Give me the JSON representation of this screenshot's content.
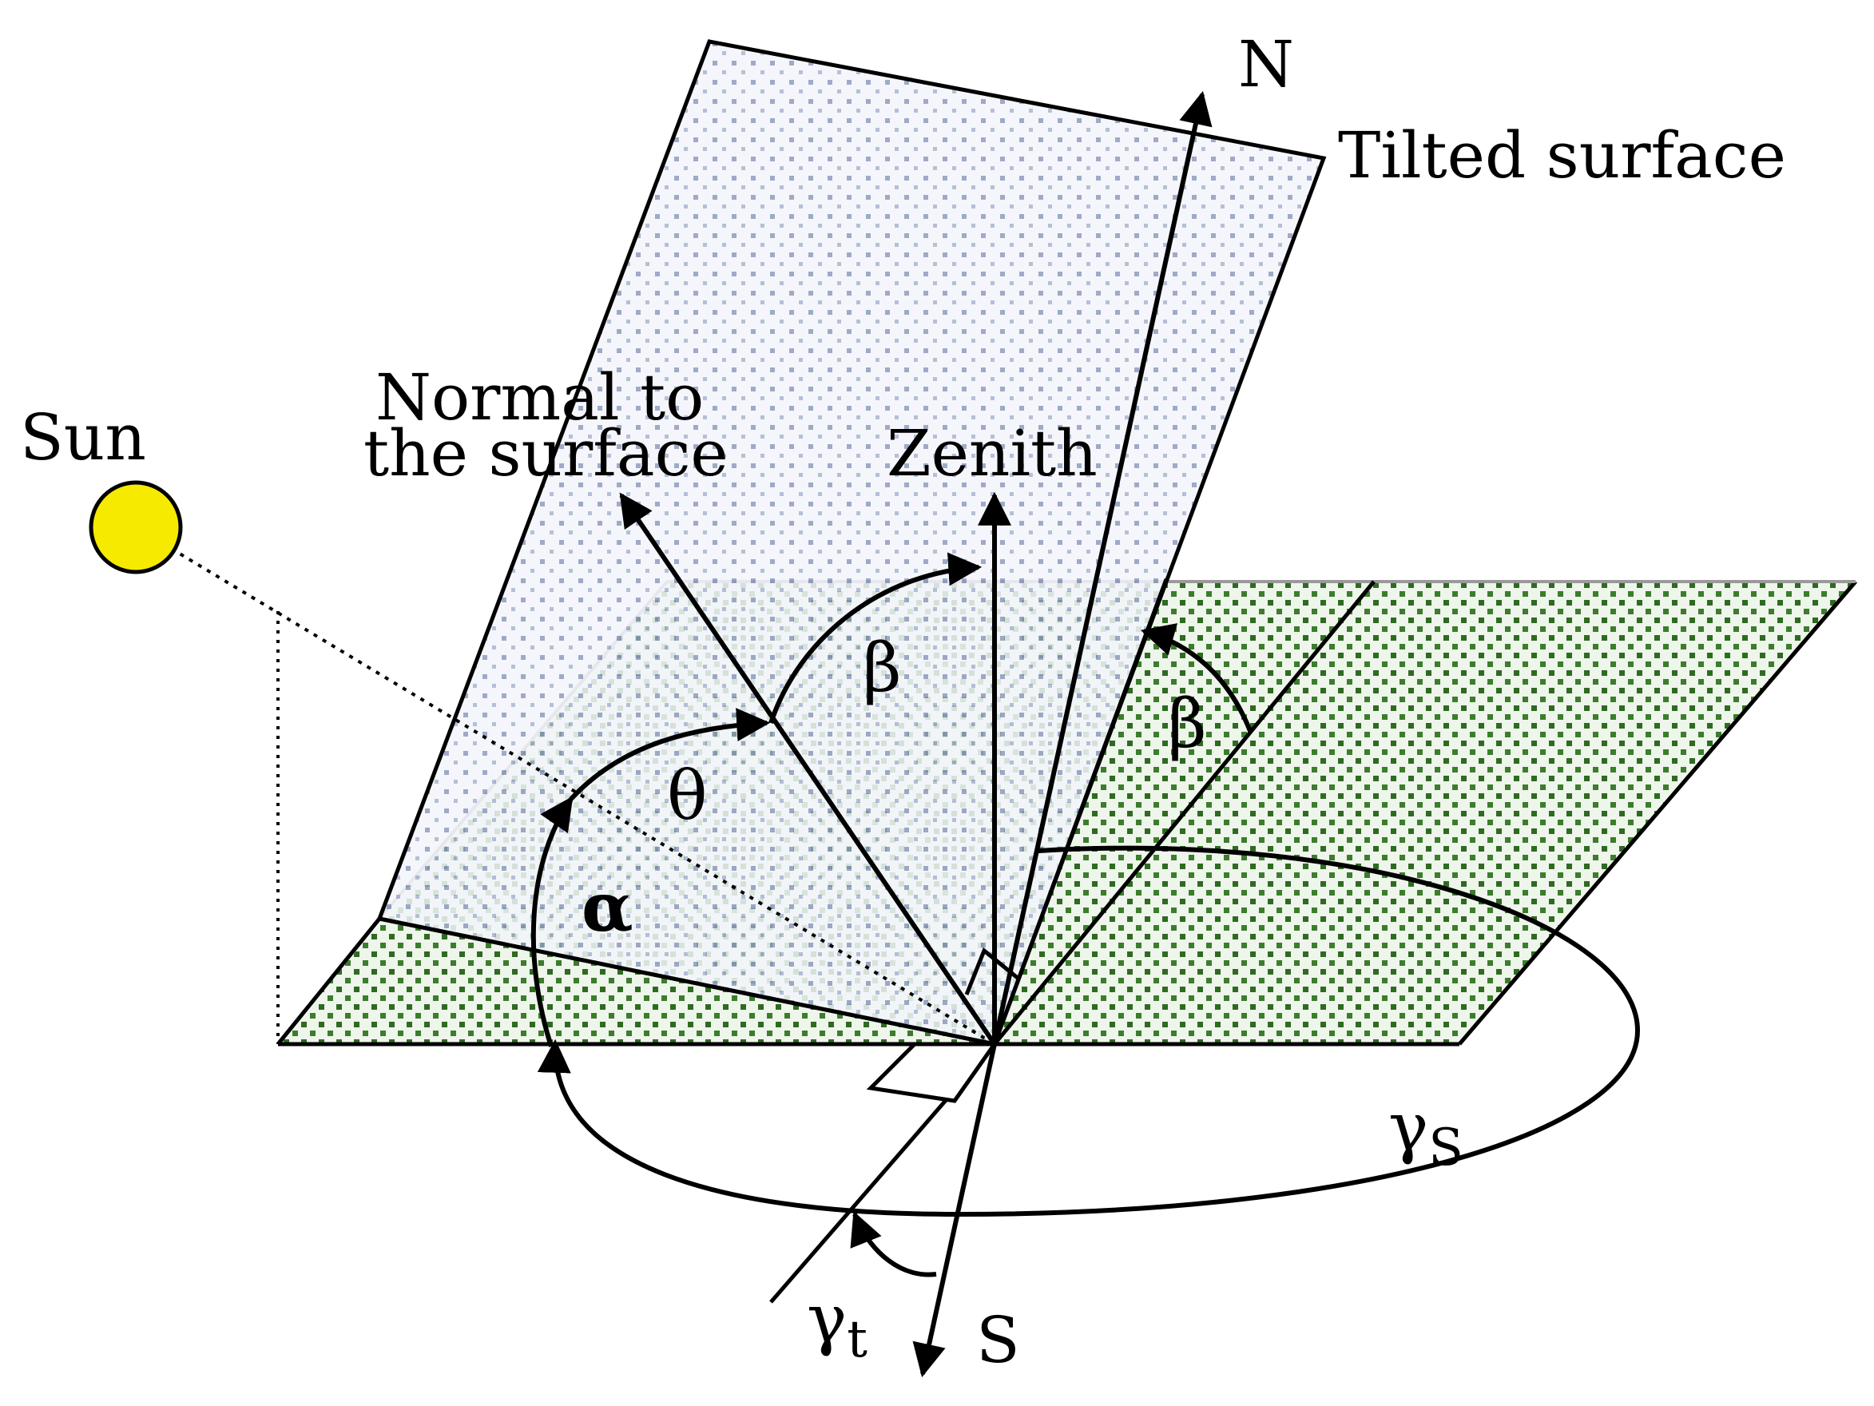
{
  "labels": {
    "north": "N",
    "south": "S",
    "tilted_surface": "Tilted surface",
    "sun": "Sun",
    "normal_line1": "Normal to",
    "normal_line2": "the surface",
    "zenith": "Zenith",
    "beta": "β",
    "theta": "θ",
    "alpha": "α",
    "gamma_s_base": "γ",
    "gamma_s_sub": "S",
    "gamma_t_base": "γ",
    "gamma_t_sub": "t"
  },
  "colors": {
    "tilted_fill": "#eef2f8",
    "tilted_dots": "#8d9bbd",
    "ground_fill": "#e9f1e4",
    "ground_dots": "#2f6a22",
    "sun_fill": "#f5ea00",
    "line": "#000000"
  }
}
